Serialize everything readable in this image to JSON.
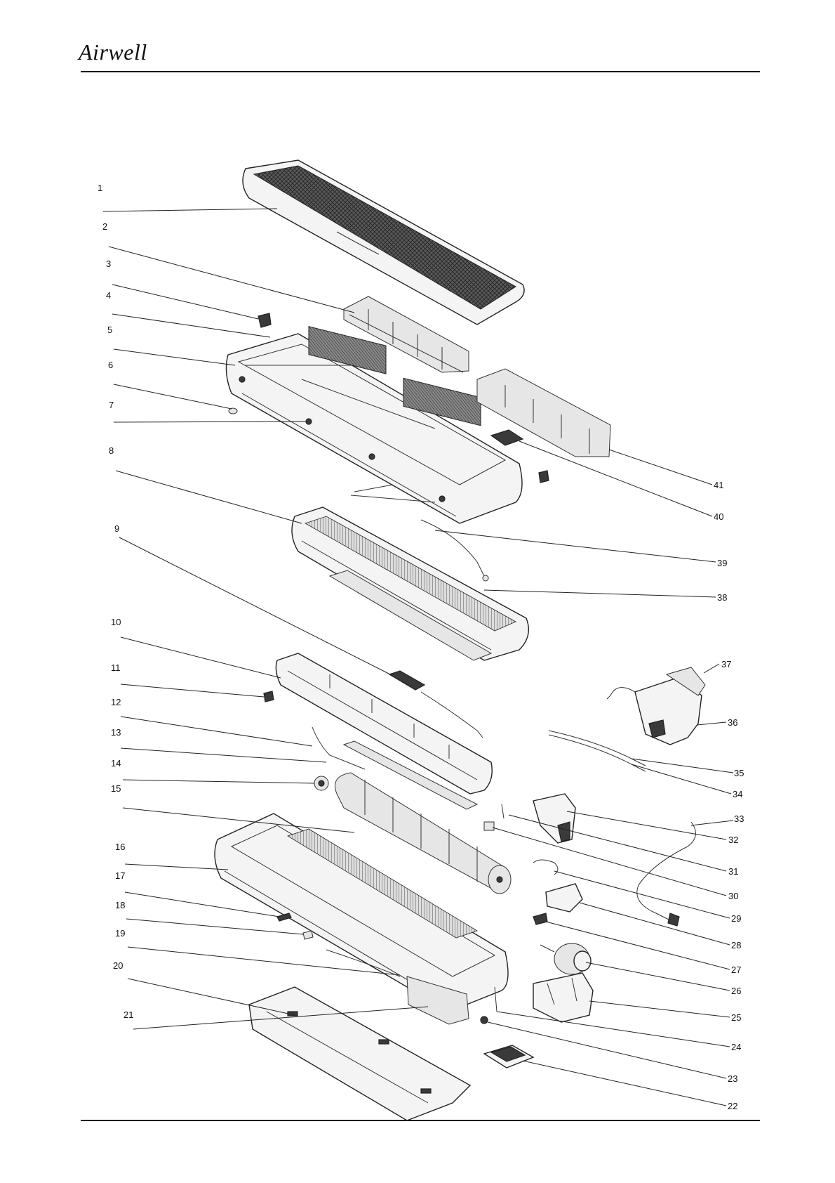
{
  "header": {
    "brand": "Airwell"
  },
  "callouts": {
    "left": [
      "1",
      "2",
      "3",
      "4",
      "5",
      "6",
      "7",
      "8",
      "9",
      "10",
      "11",
      "12",
      "13",
      "14",
      "15",
      "16",
      "17",
      "18",
      "19",
      "20",
      "21"
    ],
    "right": [
      "41",
      "40",
      "39",
      "38",
      "37",
      "36",
      "35",
      "34",
      "33",
      "32",
      "31",
      "30",
      "29",
      "28",
      "27",
      "26",
      "25",
      "24",
      "23",
      "22"
    ]
  }
}
